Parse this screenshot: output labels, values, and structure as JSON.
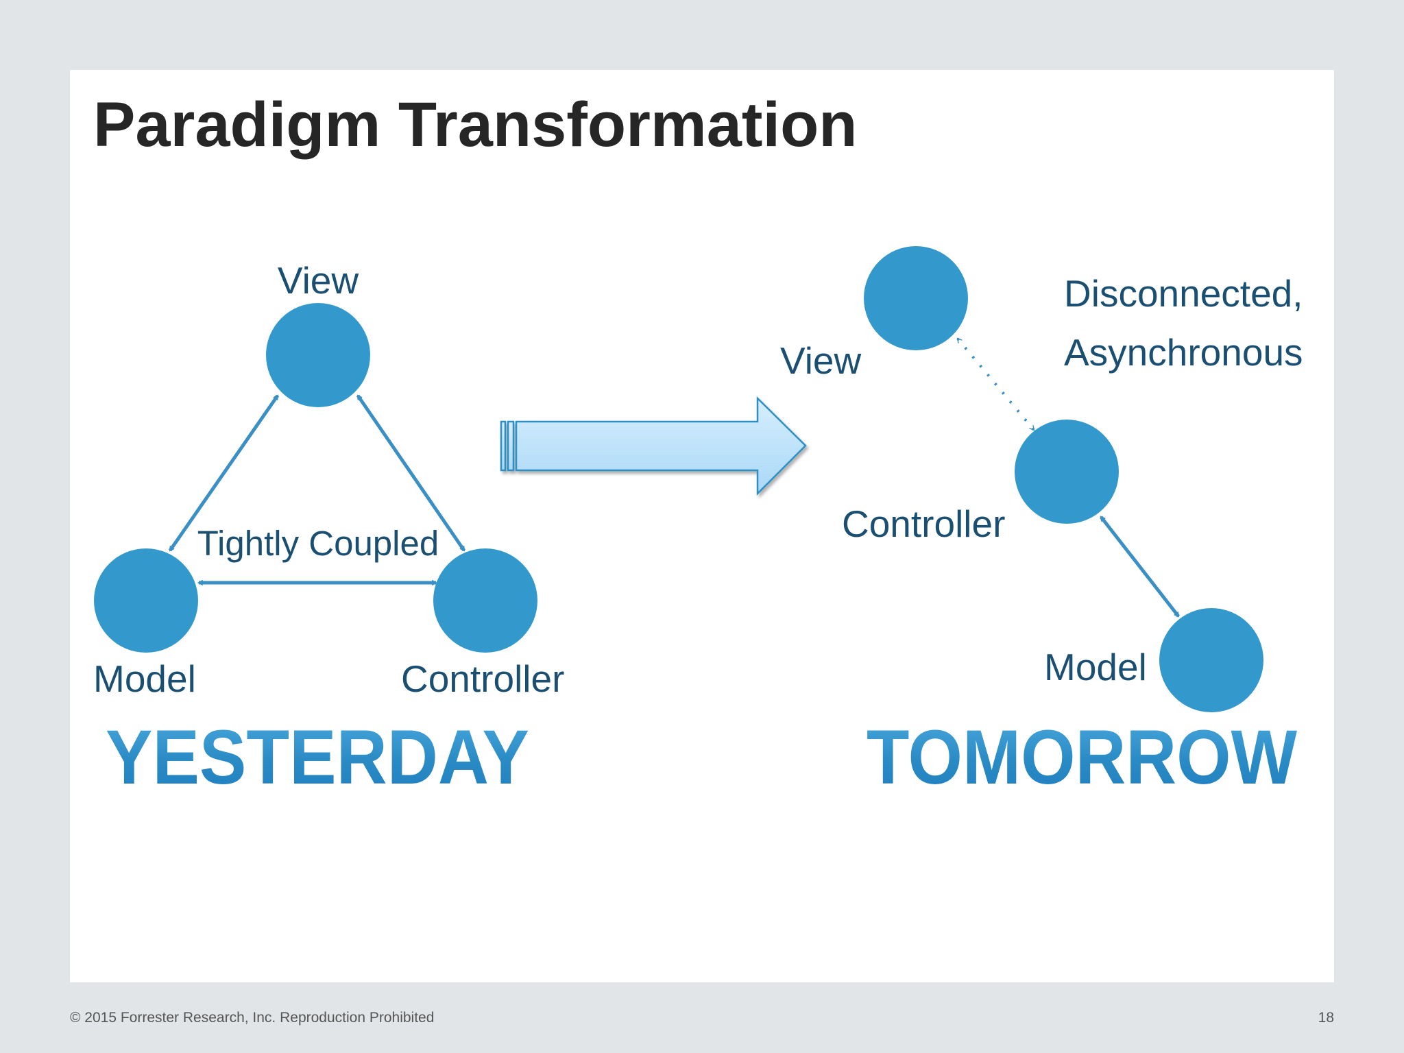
{
  "slide": {
    "title": "Paradigm Transformation",
    "footer": "© 2015 Forrester Research, Inc. Reproduction Prohibited",
    "page_number": "18"
  },
  "yesterday": {
    "nodes": {
      "view": "View",
      "model": "Model",
      "controller": "Controller"
    },
    "relation": "Tightly Coupled",
    "caption": "YESTERDAY"
  },
  "tomorrow": {
    "nodes": {
      "view": "View",
      "controller": "Controller",
      "model": "Model"
    },
    "relation_line1": "Disconnected,",
    "relation_line2": "Asynchronous",
    "caption": "TOMORROW"
  },
  "colors": {
    "node": "#3399cc",
    "label": "#1b4f72",
    "arrow_fill": "#c5e6fb",
    "arrow_stroke": "#2e8fc4"
  }
}
